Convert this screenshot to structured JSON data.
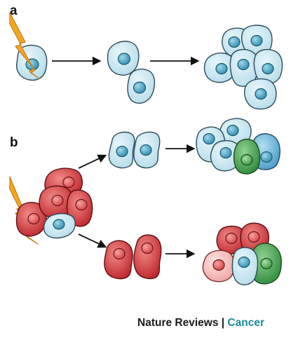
{
  "panels": {
    "a": {
      "label": "a"
    },
    "b": {
      "label": "b"
    }
  },
  "credit": {
    "publisher": "Nature Reviews",
    "separator": "|",
    "journal": "Cancer"
  },
  "colors": {
    "normal_cell": "#c8e6f0",
    "normal_nucleus": "#4ea8c4",
    "tumour_cell": "#cf2f37",
    "tumour_light_cell": "#f2b7b4",
    "green_cell": "#3f9d4b",
    "blue_cell": "#5aa7cf",
    "lightning": "#f4a623",
    "credit_journal": "#1b8a9a"
  },
  "icons": [
    "lightning-bolt-icon"
  ]
}
